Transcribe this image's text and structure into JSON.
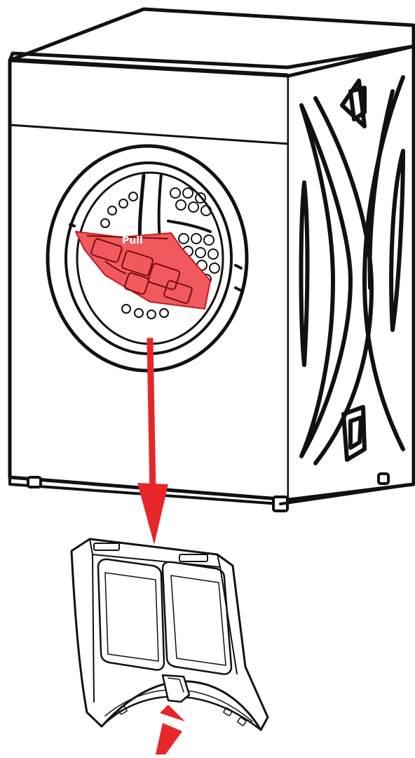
{
  "diagram": {
    "pull_label": "Pull",
    "colors": {
      "outline": "#111111",
      "accent": "#e8262a",
      "accent_fill": "#f05a5e",
      "background": "#ffffff"
    },
    "parts": {
      "machine": "tumble-dryer",
      "highlighted": "lint-filter",
      "removed": "lint-filter"
    }
  }
}
